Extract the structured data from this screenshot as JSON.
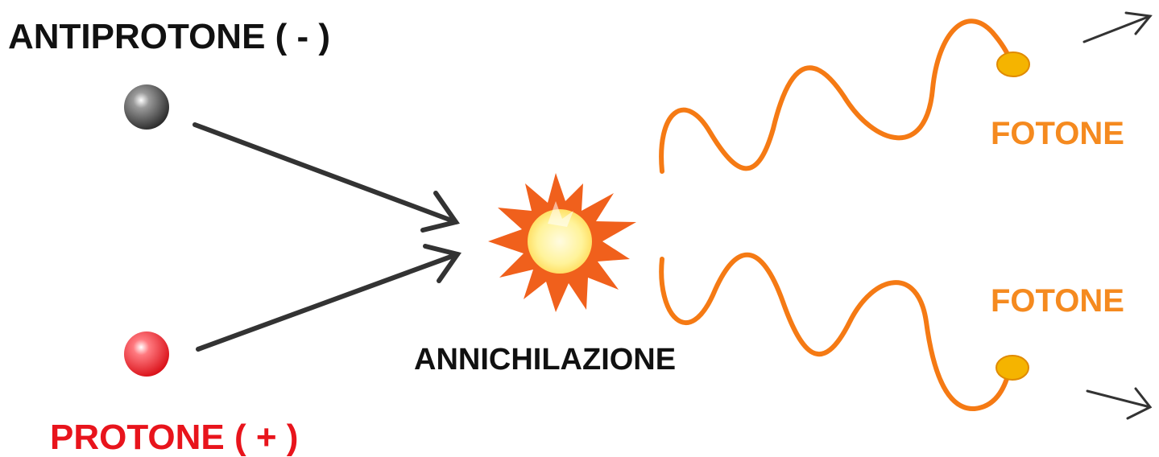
{
  "labels": {
    "antiproton": "ANTIPROTONE ( - )",
    "proton": "PROTONE ( + )",
    "annihilation": "ANNICHILAZIONE",
    "photon_top": "FOTONE",
    "photon_bottom": "FOTONE"
  },
  "colors": {
    "antiproton_text": "#111111",
    "proton_text": "#e8141c",
    "photon_text": "#f58a1f",
    "photon_wave": "#f57a14",
    "photon_dot": "#f5b400",
    "arrow": "#333333",
    "antiproton_ball": "#3a3a3a",
    "proton_ball": "#e8141c",
    "explosion_outer": "#f0601c",
    "explosion_inner": "#fff39a"
  }
}
